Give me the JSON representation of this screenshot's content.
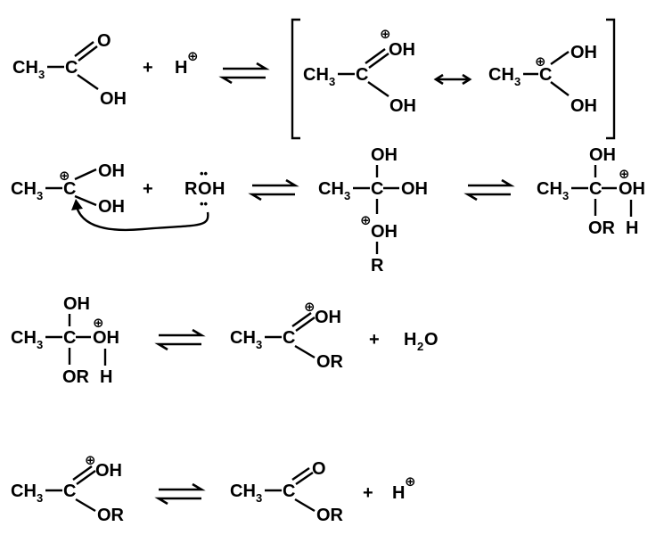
{
  "title": "Fischer esterification mechanism",
  "atoms": {
    "CH": "CH",
    "sub3": "3",
    "sub2": "2",
    "C": "C",
    "O": "O",
    "OH": "OH",
    "H": "H",
    "R": "R",
    "OR": "OR",
    "plus": "+",
    "charge": "⊕",
    "lone_pair": "••"
  },
  "colors": {
    "ink": "#000000",
    "background": "#ffffff"
  }
}
